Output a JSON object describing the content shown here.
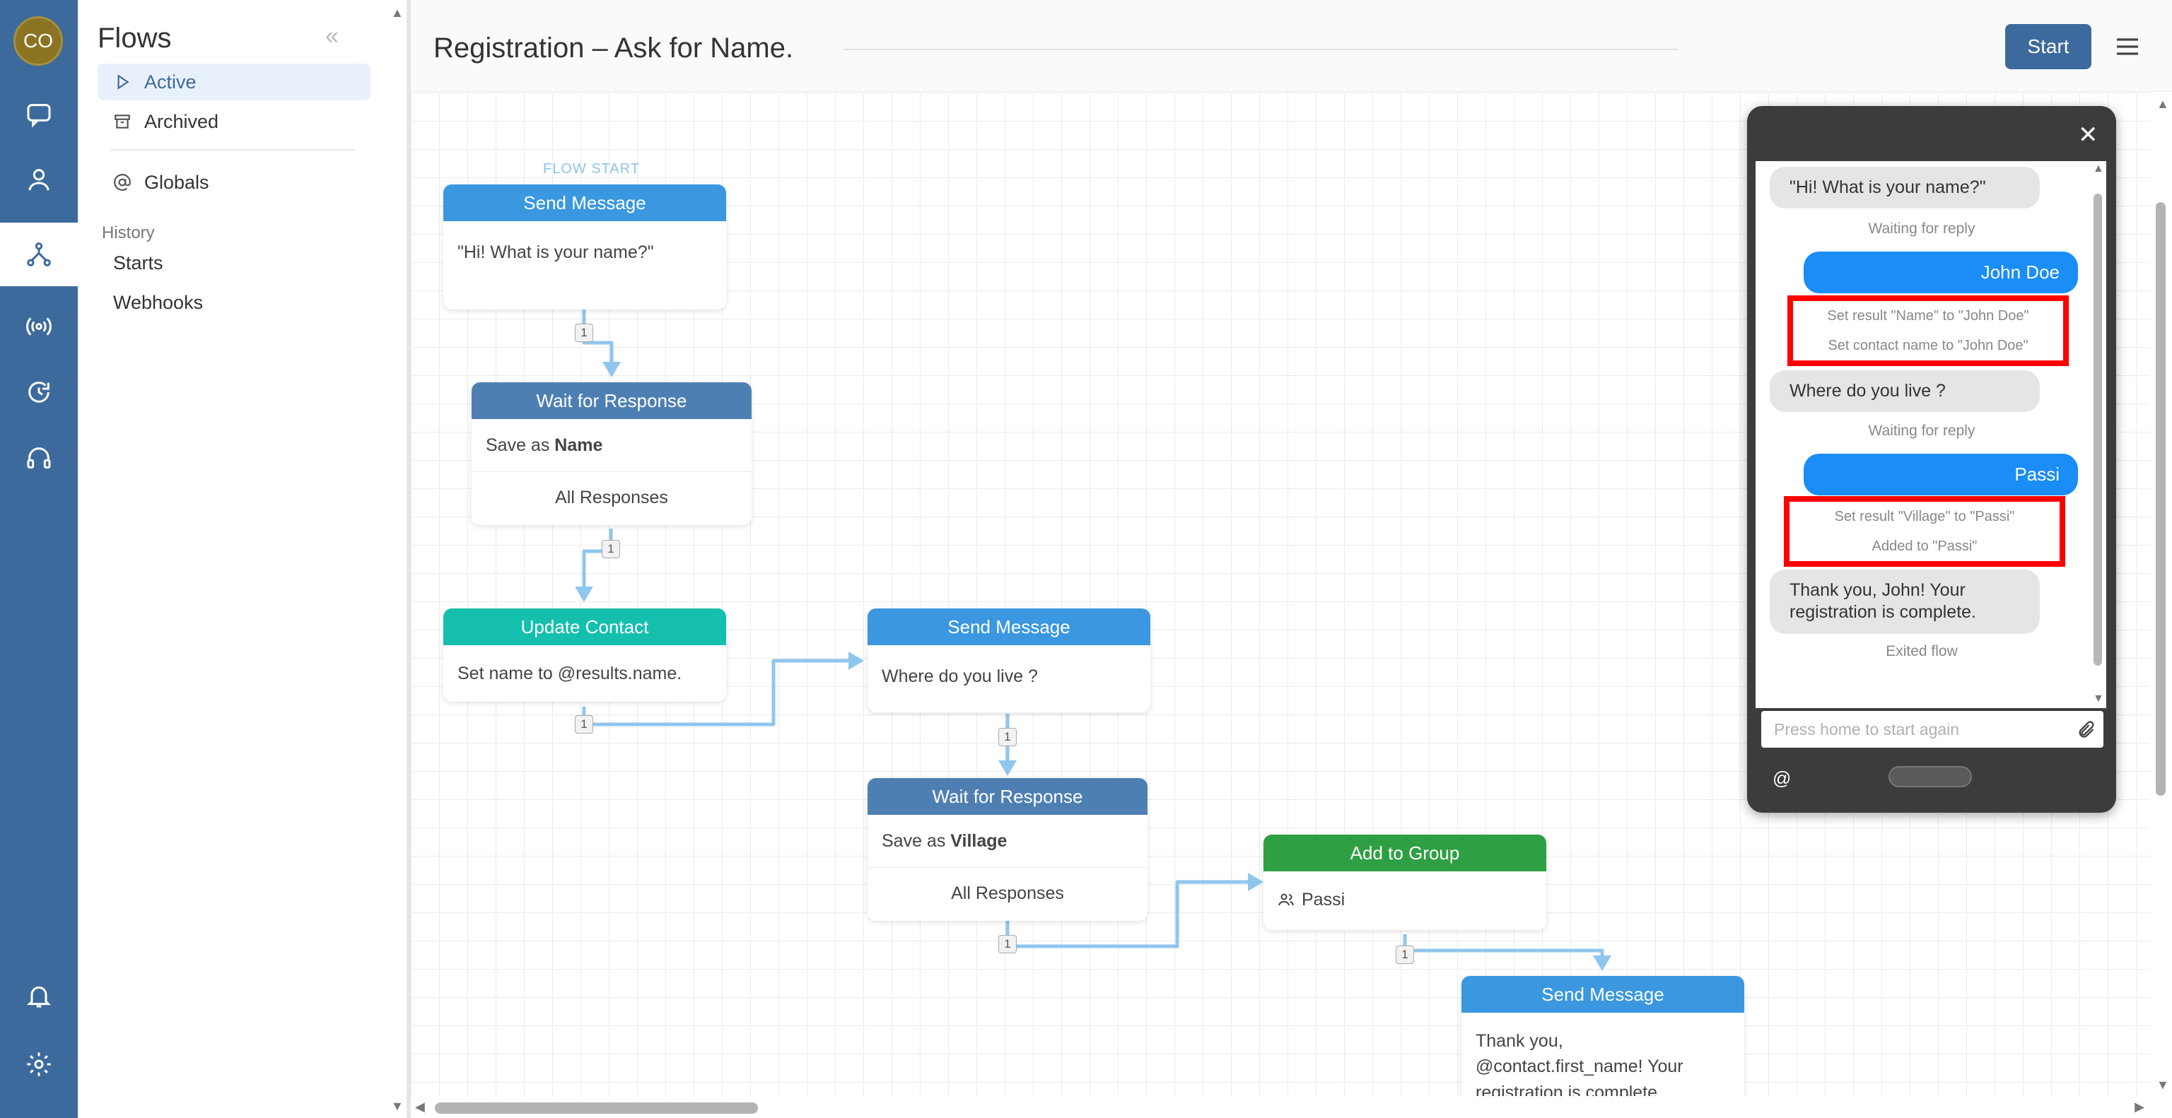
{
  "rail": {
    "avatar_initials": "CO",
    "items": [
      {
        "name": "chat-icon"
      },
      {
        "name": "contacts-icon"
      },
      {
        "name": "flows-icon"
      },
      {
        "name": "broadcast-icon"
      },
      {
        "name": "triggers-icon"
      },
      {
        "name": "support-icon"
      },
      {
        "name": "bell-icon"
      },
      {
        "name": "gear-icon"
      }
    ],
    "colors": {
      "rail": "#3d6a9c",
      "accent": "#3d6a9c"
    }
  },
  "sidebar": {
    "title": "Flows",
    "items": [
      {
        "label": "Active",
        "icon": "play-icon",
        "active": true
      },
      {
        "label": "Archived",
        "icon": "archive-icon",
        "active": false
      },
      {
        "label": "Globals",
        "icon": "at-icon",
        "active": false
      }
    ],
    "history_label": "History",
    "history_items": [
      {
        "label": "Starts"
      },
      {
        "label": "Webhooks"
      }
    ]
  },
  "header": {
    "title": "Registration – Ask for Name.",
    "start_label": "Start"
  },
  "canvas": {
    "flow_start_label": "FLOW START",
    "nodes": [
      {
        "id": "n1",
        "type": "Send Message",
        "body": "\"Hi! What is your name?\"",
        "color": "#3a97e0"
      },
      {
        "id": "n2",
        "type": "Wait for Response",
        "save_prefix": "Save as ",
        "save_name": "Name",
        "responses": "All Responses",
        "color": "#4e7fb3"
      },
      {
        "id": "n3",
        "type": "Update Contact",
        "body": "Set name to @results.name.",
        "color": "#14bfad"
      },
      {
        "id": "n4",
        "type": "Send Message",
        "body": "Where do you live ?",
        "color": "#3a97e0"
      },
      {
        "id": "n5",
        "type": "Wait for Response",
        "save_prefix": "Save as ",
        "save_name": "Village",
        "responses": "All Responses",
        "color": "#4e7fb3"
      },
      {
        "id": "n6",
        "type": "Add to Group",
        "body": "Passi",
        "color": "#2ea043"
      },
      {
        "id": "n7",
        "type": "Send Message",
        "body": "Thank you, @contact.first_name! Your registration is complete.",
        "color": "#3a97e0"
      }
    ],
    "exit_count": "1",
    "connector_color": "#8fc6ee"
  },
  "simulator": {
    "messages": {
      "q1": "\"Hi! What is your name?\"",
      "waiting1": "Waiting for reply",
      "a1": "John Doe",
      "event1a": "Set result \"Name\" to \"John Doe\"",
      "event1b": "Set contact name to \"John Doe\"",
      "q2": "Where do you live ?",
      "waiting2": "Waiting for reply",
      "a2": "Passi",
      "event2a": "Set result \"Village\" to \"Passi\"",
      "event2b": "Added to \"Passi\"",
      "q3": "Thank you, John! Your registration is complete.",
      "exited": "Exited flow"
    },
    "input_placeholder": "Press home to start again",
    "at_label": "@",
    "highlight_color": "#ff0000"
  }
}
